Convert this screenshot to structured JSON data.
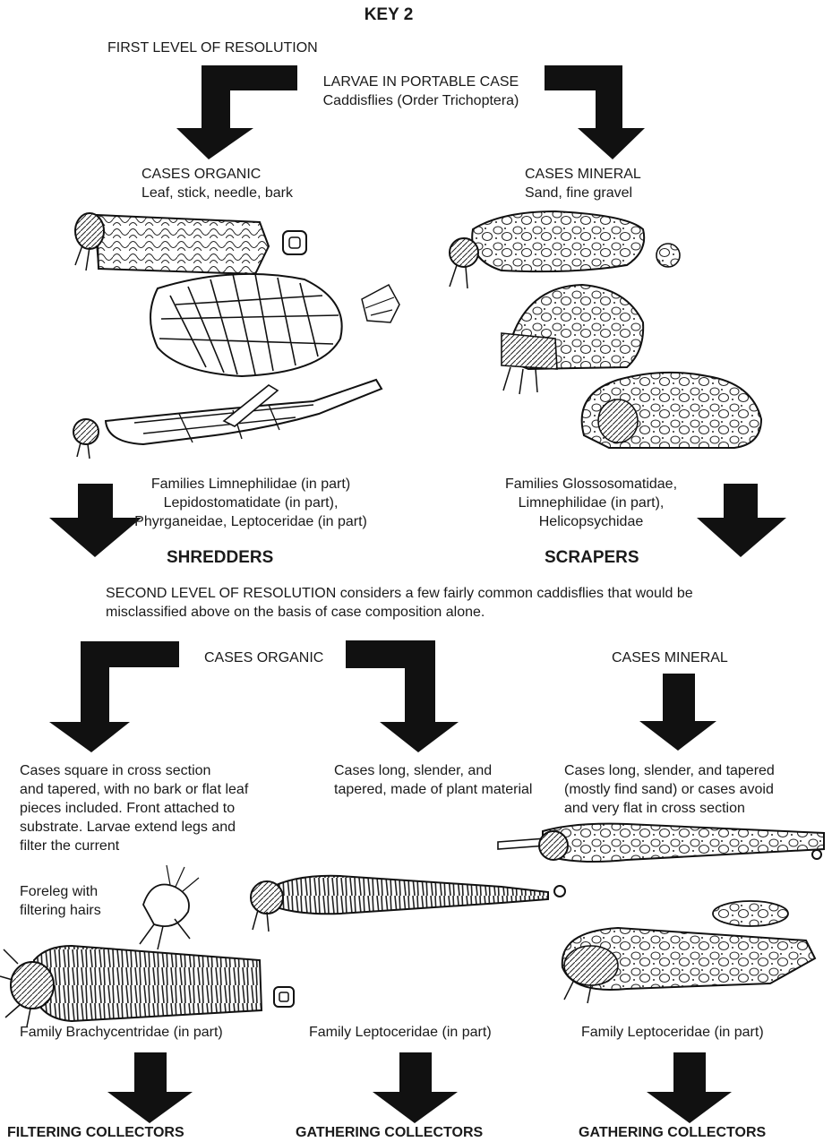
{
  "key_title": "KEY 2",
  "first_level": "FIRST LEVEL OF RESOLUTION",
  "top": {
    "line1": "LARVAE IN PORTABLE CASE",
    "line2": "Caddisflies (Order Trichoptera)"
  },
  "organic": {
    "title": "CASES ORGANIC",
    "desc": "Leaf, stick, needle, bark",
    "families": [
      "Families Limnephilidae (in part)",
      "Lepidostomatidate (in part),",
      "Phyrganeidae, Leptoceridae (in part)"
    ],
    "group": "SHREDDERS"
  },
  "mineral": {
    "title": "CASES MINERAL",
    "desc": "Sand, fine gravel",
    "families": [
      "Families Glossosomatidae,",
      "Limnephilidae (in part),",
      "Helicopsychidae"
    ],
    "group": "SCRAPERS"
  },
  "second_level": [
    "SECOND LEVEL OF RESOLUTION considers a few fairly common caddisflies that would be",
    "misclassified above on the basis of case composition alone."
  ],
  "second": {
    "organic_title": "CASES ORGANIC",
    "mineral_title": "CASES MINERAL",
    "col1": {
      "desc": [
        "Cases square in cross section",
        "and tapered, with no bark or flat leaf",
        "pieces included. Front attached to",
        "substrate. Larvae extend legs and",
        "filter the current"
      ],
      "foreleg": [
        "Foreleg with",
        "filtering hairs"
      ],
      "family": "Family Brachycentridae (in part)",
      "group": "FILTERING COLLECTORS"
    },
    "col2": {
      "desc": [
        "Cases long, slender, and",
        "tapered, made of plant material"
      ],
      "family": "Family Leptoceridae (in part)",
      "group": "GATHERING COLLECTORS"
    },
    "col3": {
      "desc": [
        "Cases long, slender, and tapered",
        "(mostly find sand) or cases avoid",
        "and very flat in cross section"
      ],
      "family": "Family Leptoceridae (in part)",
      "group": "GATHERING COLLECTORS"
    }
  }
}
